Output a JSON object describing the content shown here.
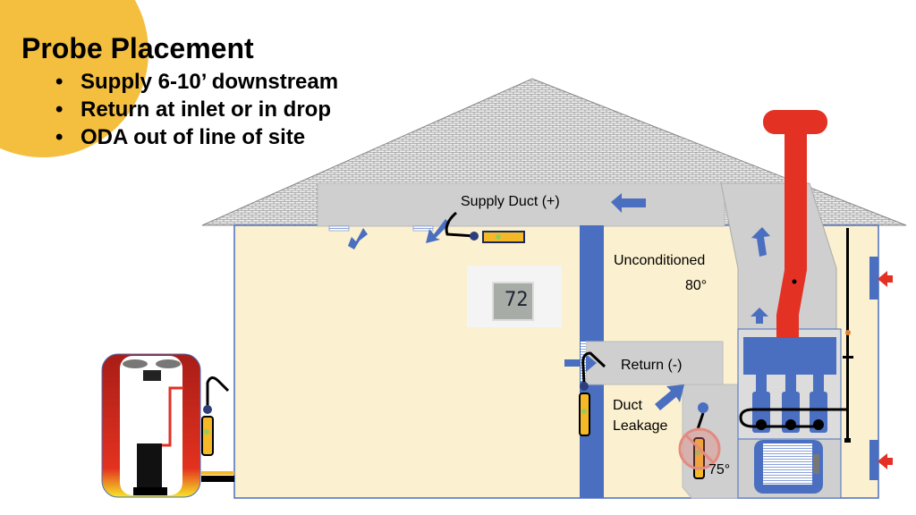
{
  "slide": {
    "title": "Probe Placement",
    "bullets": [
      "Supply 6-10’ downstream",
      "Return at inlet or in drop",
      "ODA out of line of site"
    ],
    "bullet_glyph": "•"
  },
  "diagram": {
    "supply_label": "Supply Duct (+)",
    "unconditioned_label": "Unconditioned",
    "unconditioned_temp": "80°",
    "return_label": "Return (-)",
    "leakage_label_1": "Duct",
    "leakage_label_2": "Leakage",
    "return_drop_temp": "75°",
    "thermostat_reading": "72"
  },
  "colors": {
    "accent_circle": "#F4BE3E",
    "wall": "#FBF0CF",
    "duct": "#CFCFCF",
    "blue": "#4A6FC0",
    "flue": "#E33124",
    "probe": "#F5B928"
  }
}
